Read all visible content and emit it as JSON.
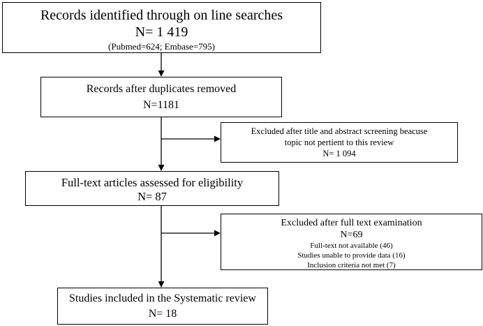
{
  "flow": {
    "identified": {
      "title": "Records identified through on line searches",
      "count": "N= 1 419",
      "sources": "(Pubmed=624; Embase=795)"
    },
    "after_duplicates": {
      "title": "Records after duplicates removed",
      "count": "N=1181"
    },
    "excluded_screening": {
      "line1": "Excluded after title and abstract screening beacuse",
      "line2": "topic not pertient to this review",
      "count": "N= 1 094"
    },
    "full_text": {
      "title": "Full-text articles assessed for eligibility",
      "count": "N= 87"
    },
    "excluded_full_text": {
      "title": "Excluded after full text examination",
      "count": "N=69",
      "reasons": [
        "Full-text not available (46)",
        "Studies unable to provide data (16)",
        "Inclusion criteria not met (7)"
      ]
    },
    "included": {
      "title": "Studies included in the Systematic review",
      "count": "N= 18"
    }
  }
}
